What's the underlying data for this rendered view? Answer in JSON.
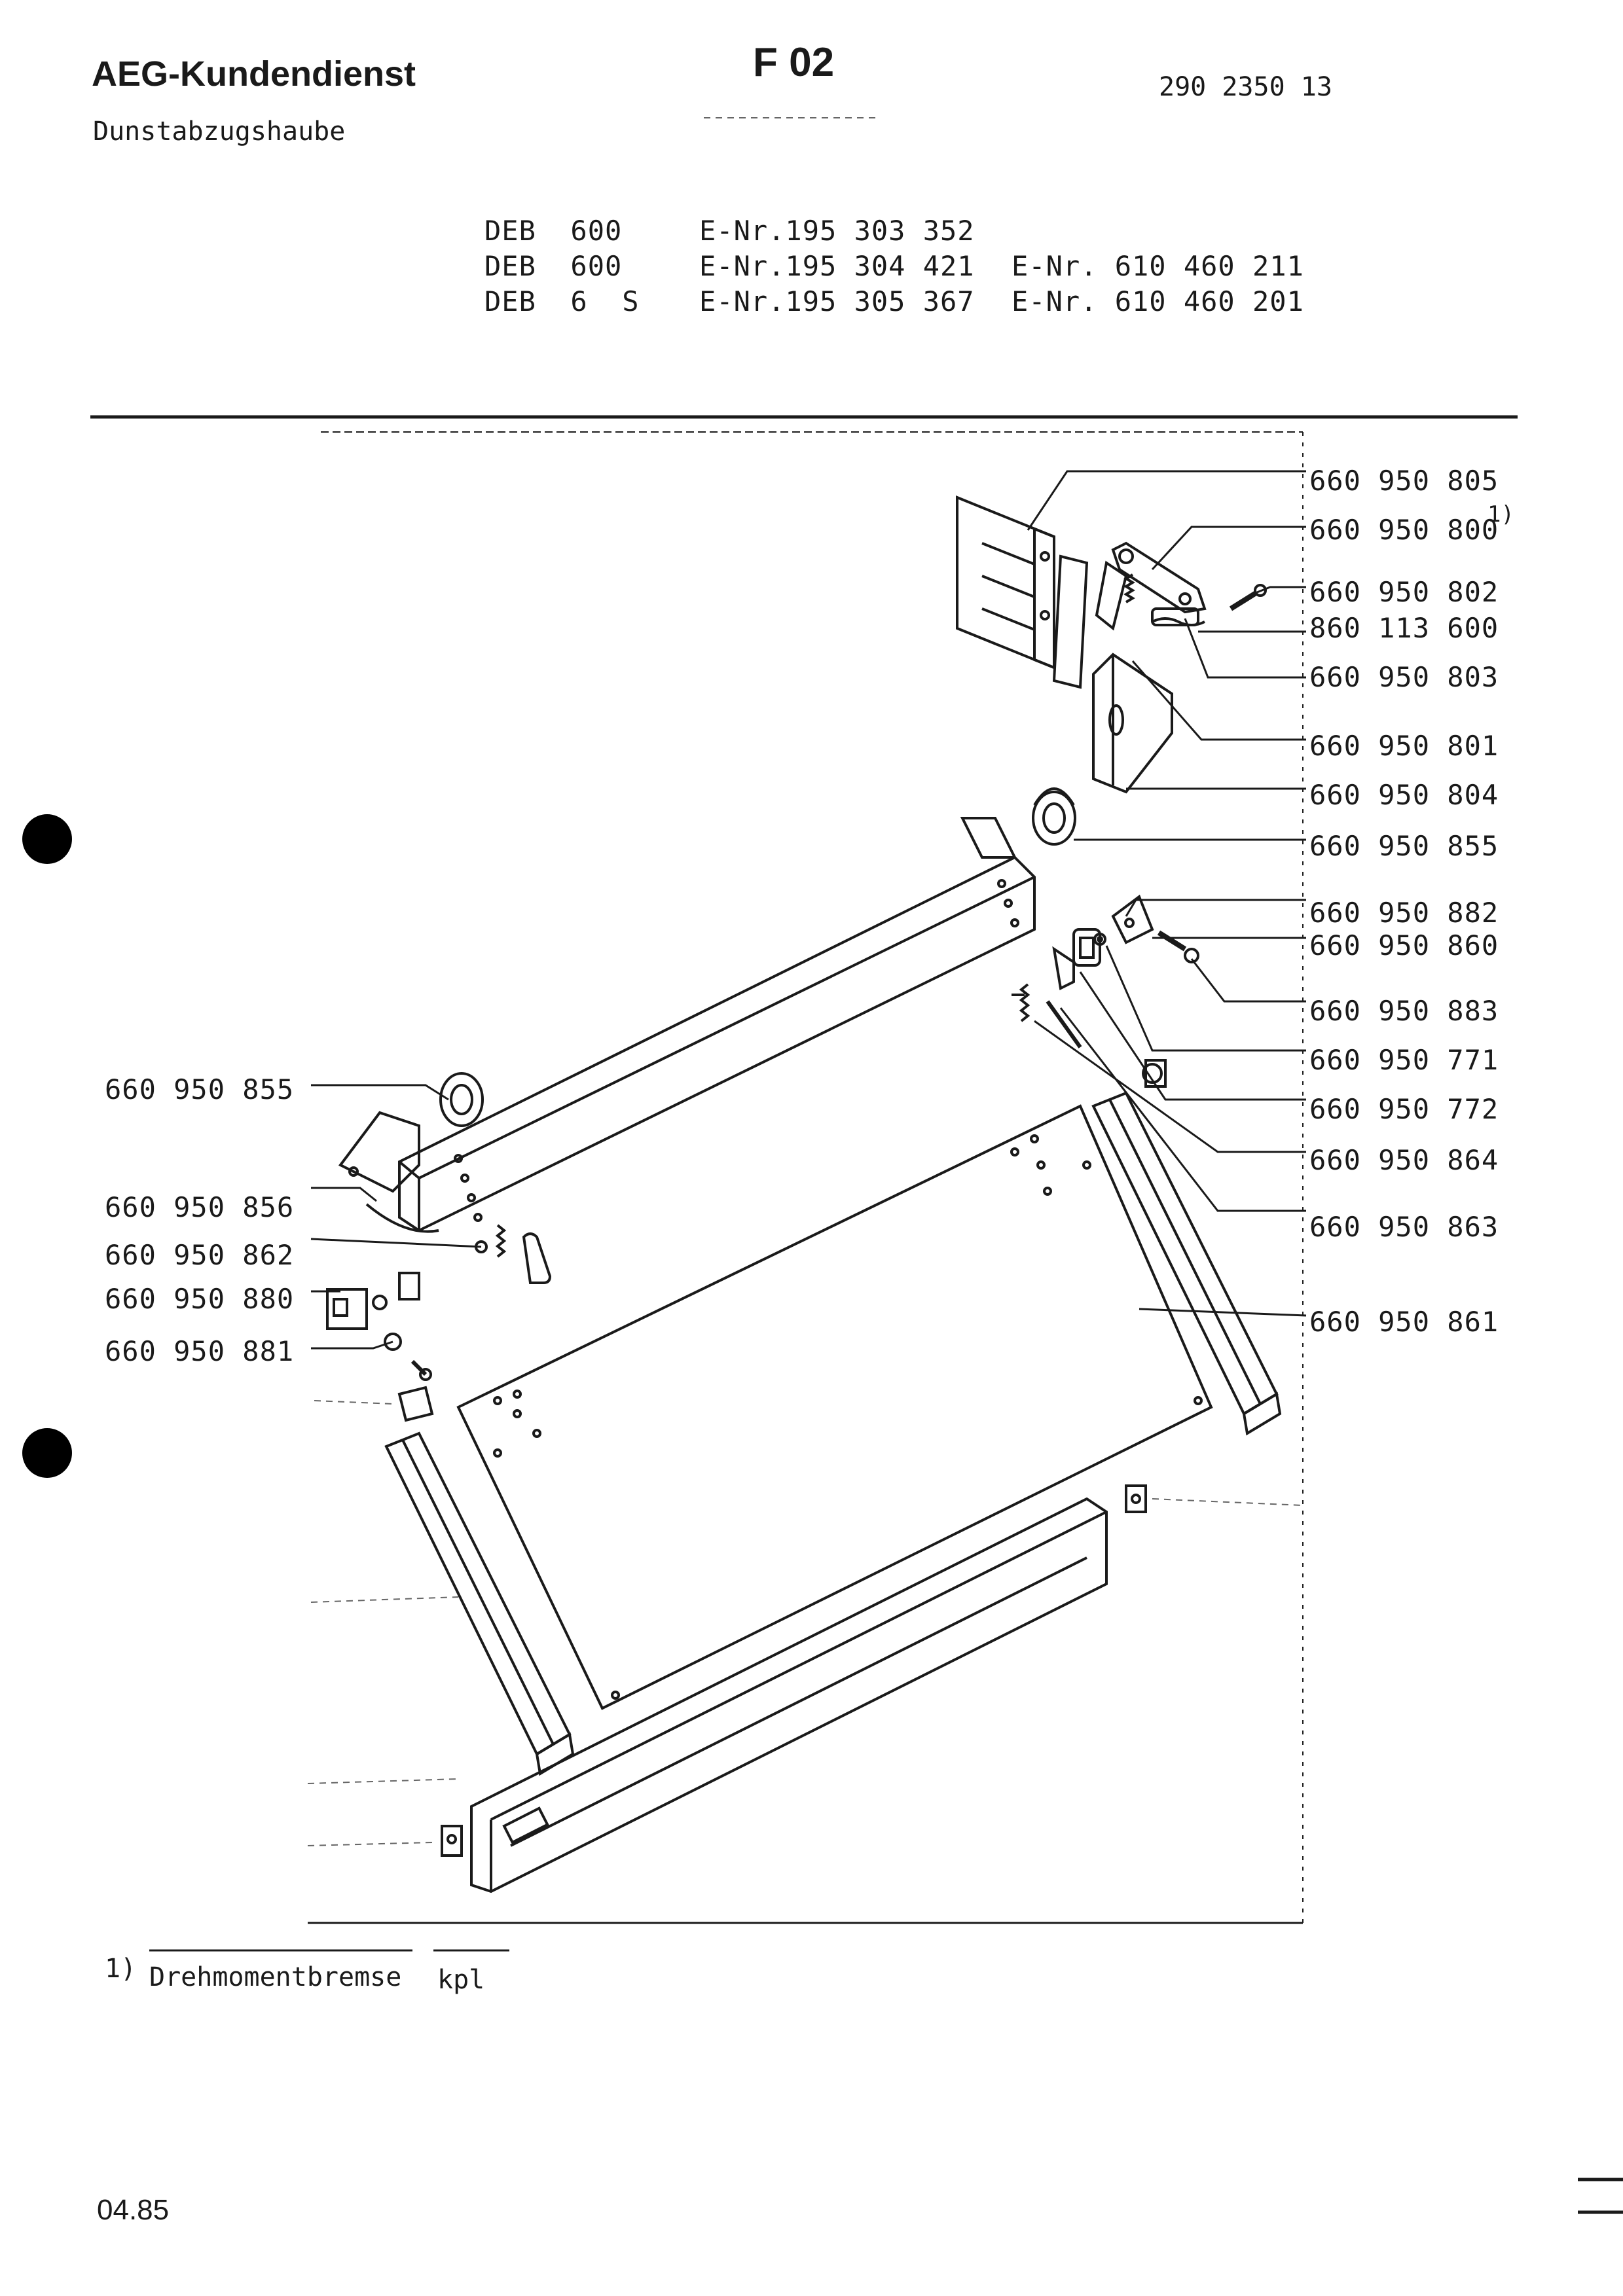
{
  "header": {
    "company": "AEG-Kundendienst",
    "product": "Dunstabzugshaube",
    "sheet_code": "F 02",
    "doc_number": "290 2350 13"
  },
  "models": [
    {
      "type": "DEB  600",
      "enr": "E-Nr.195 303 352",
      "enr2": ""
    },
    {
      "type": "DEB  600",
      "enr": "E-Nr.195 304 421",
      "enr2": "E-Nr. 610 460 211"
    },
    {
      "type": "DEB  6  S",
      "enr": "E-Nr.195 305 367",
      "enr2": "E-Nr. 610 460 201"
    }
  ],
  "parts_right": [
    "660 950 805",
    "660 950 800",
    "660 950 802",
    "860 113 600",
    "660 950 803",
    "660 950 801",
    "660 950 804",
    "660 950 855",
    "660 950 882",
    "660 950 860",
    "660 950 883",
    "660 950 771",
    "660 950 772",
    "660 950 864",
    "660 950 863",
    "660 950 861"
  ],
  "parts_left": [
    "660 950 855",
    "660 950 856",
    "660 950 862",
    "660 950 880",
    "660 950 881"
  ],
  "footnote_marker": "1)",
  "footnote": {
    "marker": "1)",
    "text": "Drehmomentbremse",
    "suffix": "kpl"
  },
  "date": "04.85"
}
